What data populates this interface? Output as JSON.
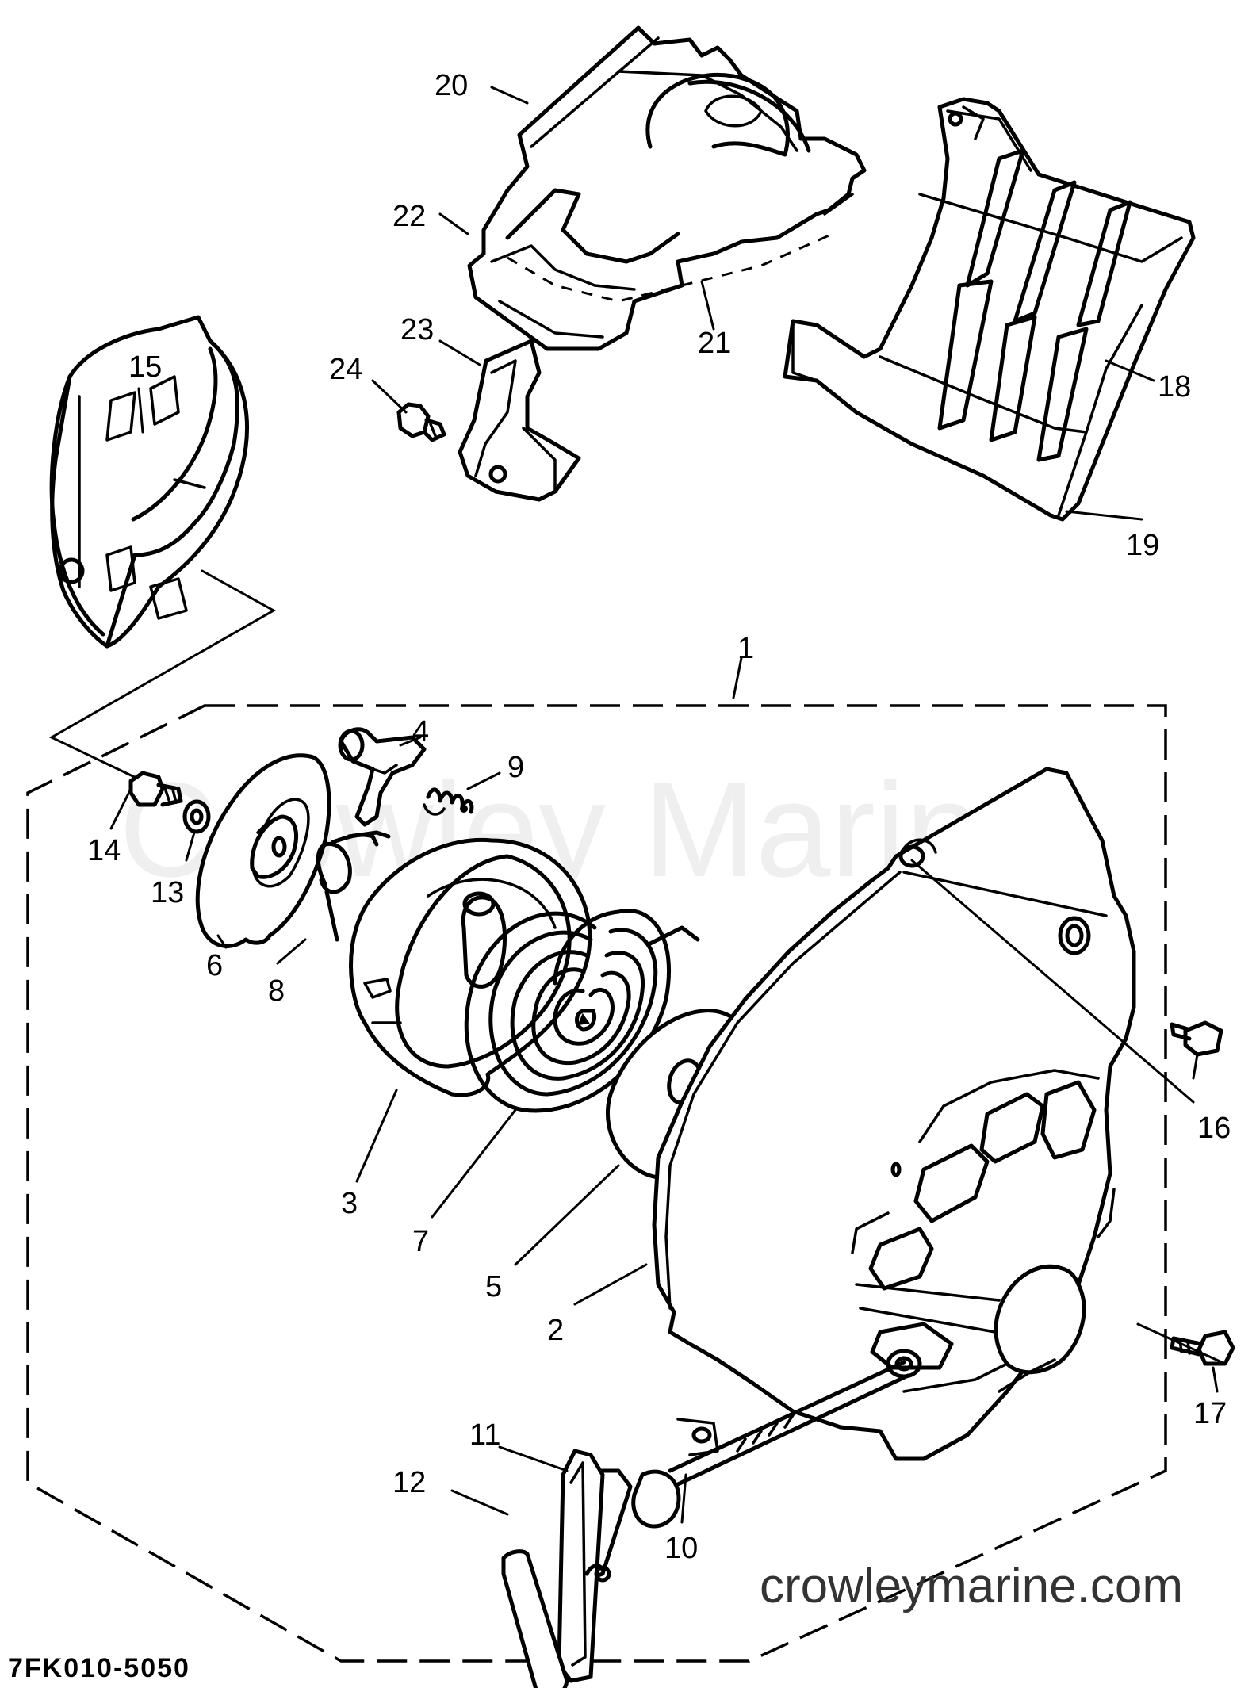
{
  "watermark": "Crowley Marine",
  "website": "crowleymarine.com",
  "diagram_code": "7FK010-5050",
  "callouts": [
    "1",
    "2",
    "3",
    "4",
    "5",
    "6",
    "7",
    "8",
    "9",
    "10",
    "11",
    "12",
    "13",
    "14",
    "15",
    "16",
    "17",
    "18",
    "19",
    "20",
    "21",
    "22",
    "23",
    "24"
  ]
}
